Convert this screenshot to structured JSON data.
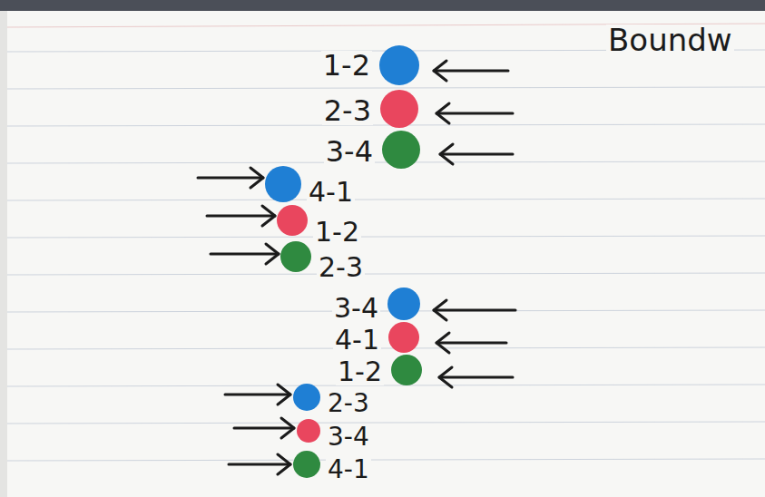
{
  "diagram": {
    "labels": [
      "Boundw",
      "1-2",
      "2-3",
      "3-4",
      "4-1",
      "1-2",
      "2-3",
      "3-4",
      "4-1",
      "1-2",
      "2-3",
      "3-4",
      "4-1"
    ]
  }
}
